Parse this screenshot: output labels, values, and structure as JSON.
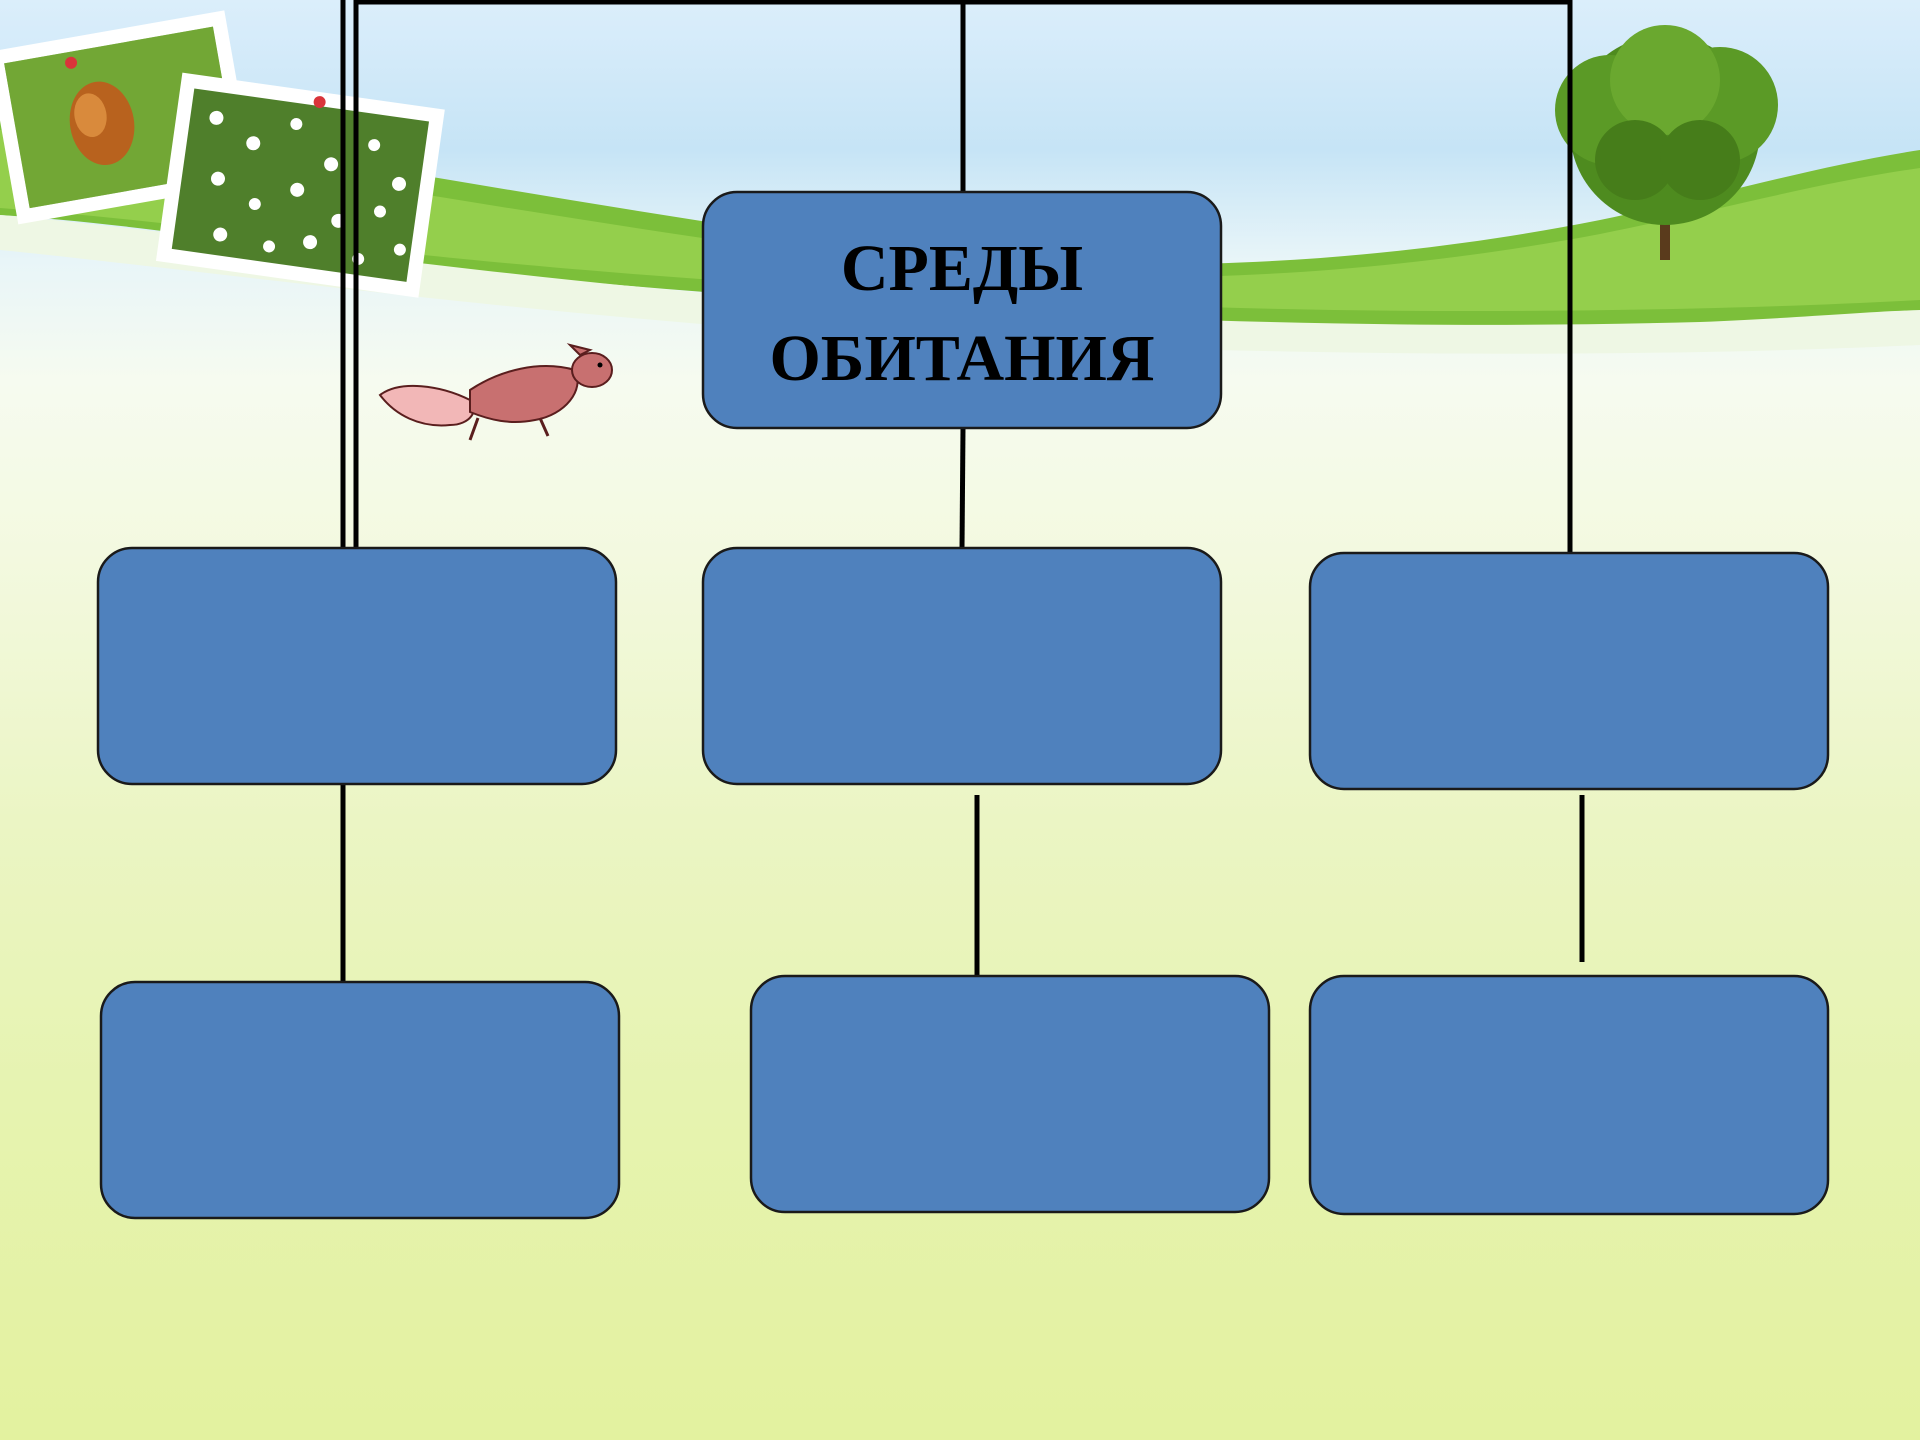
{
  "diagram": {
    "title_line1": "СРЕДЫ",
    "title_line2": "ОБИТАНИЯ"
  },
  "colors": {
    "box_fill": "#4f81bd",
    "box_stroke": "#1a1a1a",
    "connector": "#000000",
    "background_top": "#c6e4f6",
    "background_bottom": "#e3f29f"
  },
  "decorations": [
    "insect-photo",
    "daisy-photo",
    "tree",
    "grass-hill",
    "squirrel-clipart"
  ]
}
